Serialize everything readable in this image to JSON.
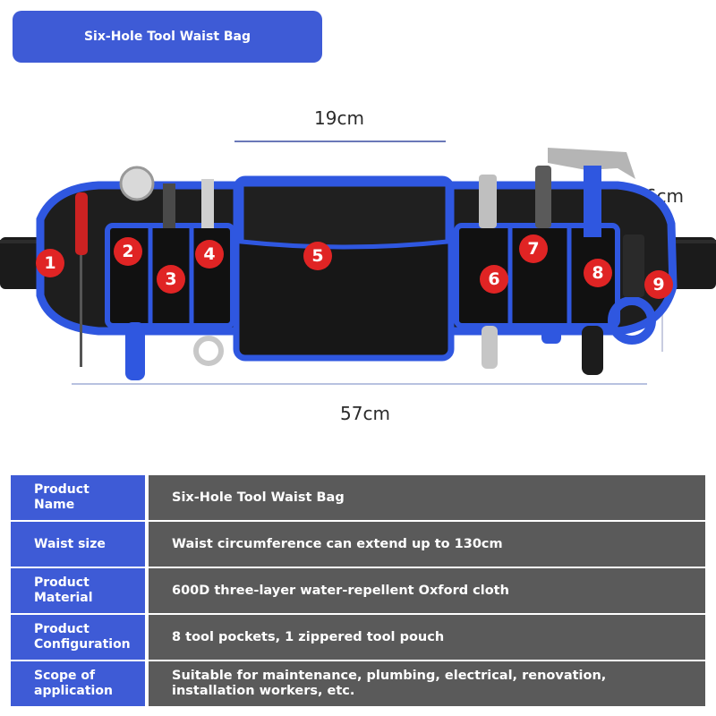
{
  "header": {
    "title": "Six-Hole Tool Waist Bag"
  },
  "dimensions": {
    "width_top": "19cm",
    "height": "16cm",
    "length": "57cm"
  },
  "badges": [
    "1",
    "2",
    "3",
    "4",
    "5",
    "6",
    "7",
    "8",
    "9"
  ],
  "specs": [
    {
      "label": "Product Name",
      "value": "Six-Hole Tool Waist Bag"
    },
    {
      "label": "Waist size",
      "value": "Waist circumference can extend up to 130cm"
    },
    {
      "label": "Product Material",
      "value": "600D three-layer water-repellent Oxford cloth"
    },
    {
      "label": "Product Configuration",
      "value": "8 tool pockets, 1 zippered tool pouch"
    },
    {
      "label": "Scope of application",
      "value": "Suitable for maintenance, plumbing, electrical, renovation, installation workers, etc."
    }
  ],
  "colors": {
    "accent": "#3e5bd6",
    "value_bg": "#5a5a5a",
    "badge": "#e02424"
  }
}
